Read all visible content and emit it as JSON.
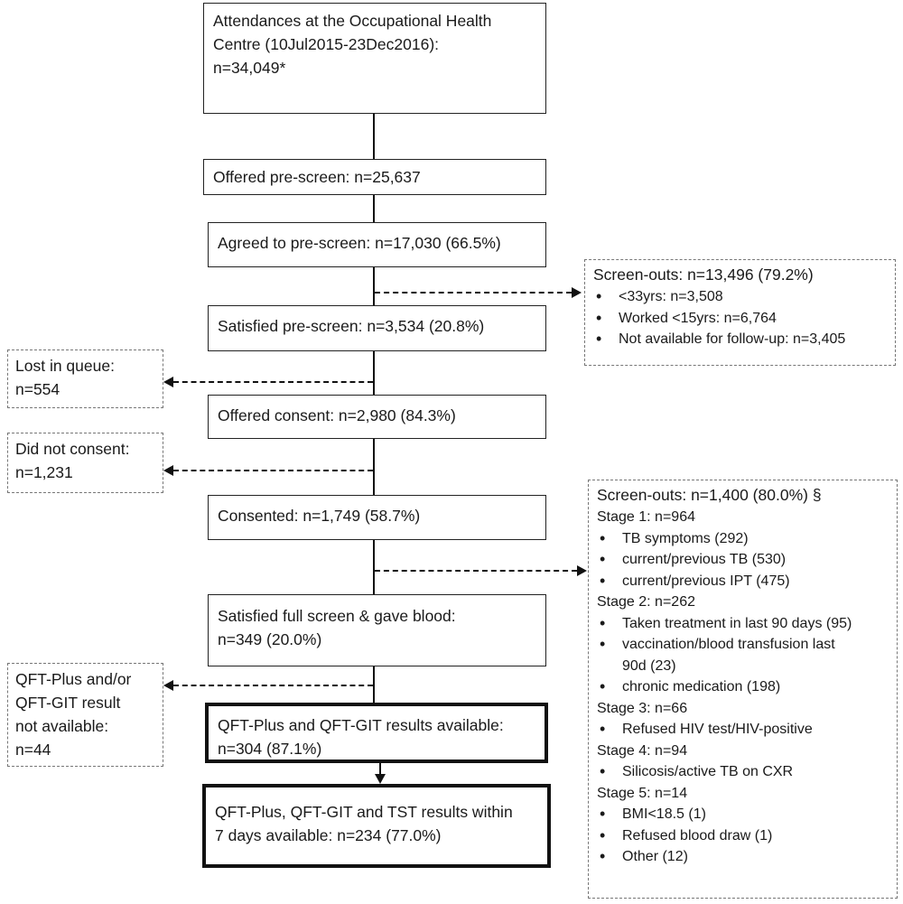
{
  "flow": {
    "attendances": [
      "Attendances at the Occupational Health",
      "Centre (10Jul2015-23Dec2016):",
      "n=34,049*"
    ],
    "offered_prescreen": "Offered pre-screen: n=25,637",
    "agreed_prescreen": "Agreed to pre-screen: n=17,030 (66.5%)",
    "satisfied_prescreen": "Satisfied pre-screen: n=3,534 (20.8%)",
    "offered_consent": "Offered consent: n=2,980 (84.3%)",
    "consented": "Consented: n=1,749 (58.7%)",
    "satisfied_full": [
      "Satisfied full screen & gave blood:",
      "n=349 (20.0%)"
    ],
    "qft_results": [
      "QFT-Plus and QFT-GIT results available:",
      "n=304 (87.1%)"
    ],
    "qft_tst_results": [
      "QFT-Plus, QFT-GIT and TST results within",
      "7 days available: n=234 (77.0%)"
    ]
  },
  "exclusions": {
    "lost_in_queue": [
      "Lost in queue:",
      "n=554"
    ],
    "did_not_consent": [
      "Did not consent:",
      "n=1,231"
    ],
    "qft_not_available": [
      "QFT-Plus and/or",
      "QFT-GIT result",
      "not available:",
      "n=44"
    ]
  },
  "screenouts_1": {
    "title": "Screen-outs: n=13,496 (79.2%)",
    "items": [
      "<33yrs: n=3,508",
      "Worked <15yrs: n=6,764",
      "Not available for follow-up: n=3,405"
    ]
  },
  "screenouts_2": {
    "title": "Screen-outs: n=1,400 (80.0%) §",
    "stage1": "Stage 1: n=964",
    "stage1_items": [
      "TB symptoms (292)",
      "current/previous TB (530)",
      "current/previous IPT (475)"
    ],
    "stage2": "Stage 2: n=262",
    "stage2_items": [
      "Taken treatment in last 90 days (95)",
      "vaccination/blood transfusion last",
      "90d (23)",
      "chronic medication (198)"
    ],
    "stage3": "Stage 3: n=66",
    "stage3_items": [
      "Refused HIV test/HIV-positive"
    ],
    "stage4": "Stage 4: n=94",
    "stage4_items": [
      "Silicosis/active TB on CXR"
    ],
    "stage5": "Stage 5: n=14",
    "stage5_items": [
      "BMI<18.5 (1)",
      "Refused blood draw (1)",
      "Other (12)"
    ]
  }
}
